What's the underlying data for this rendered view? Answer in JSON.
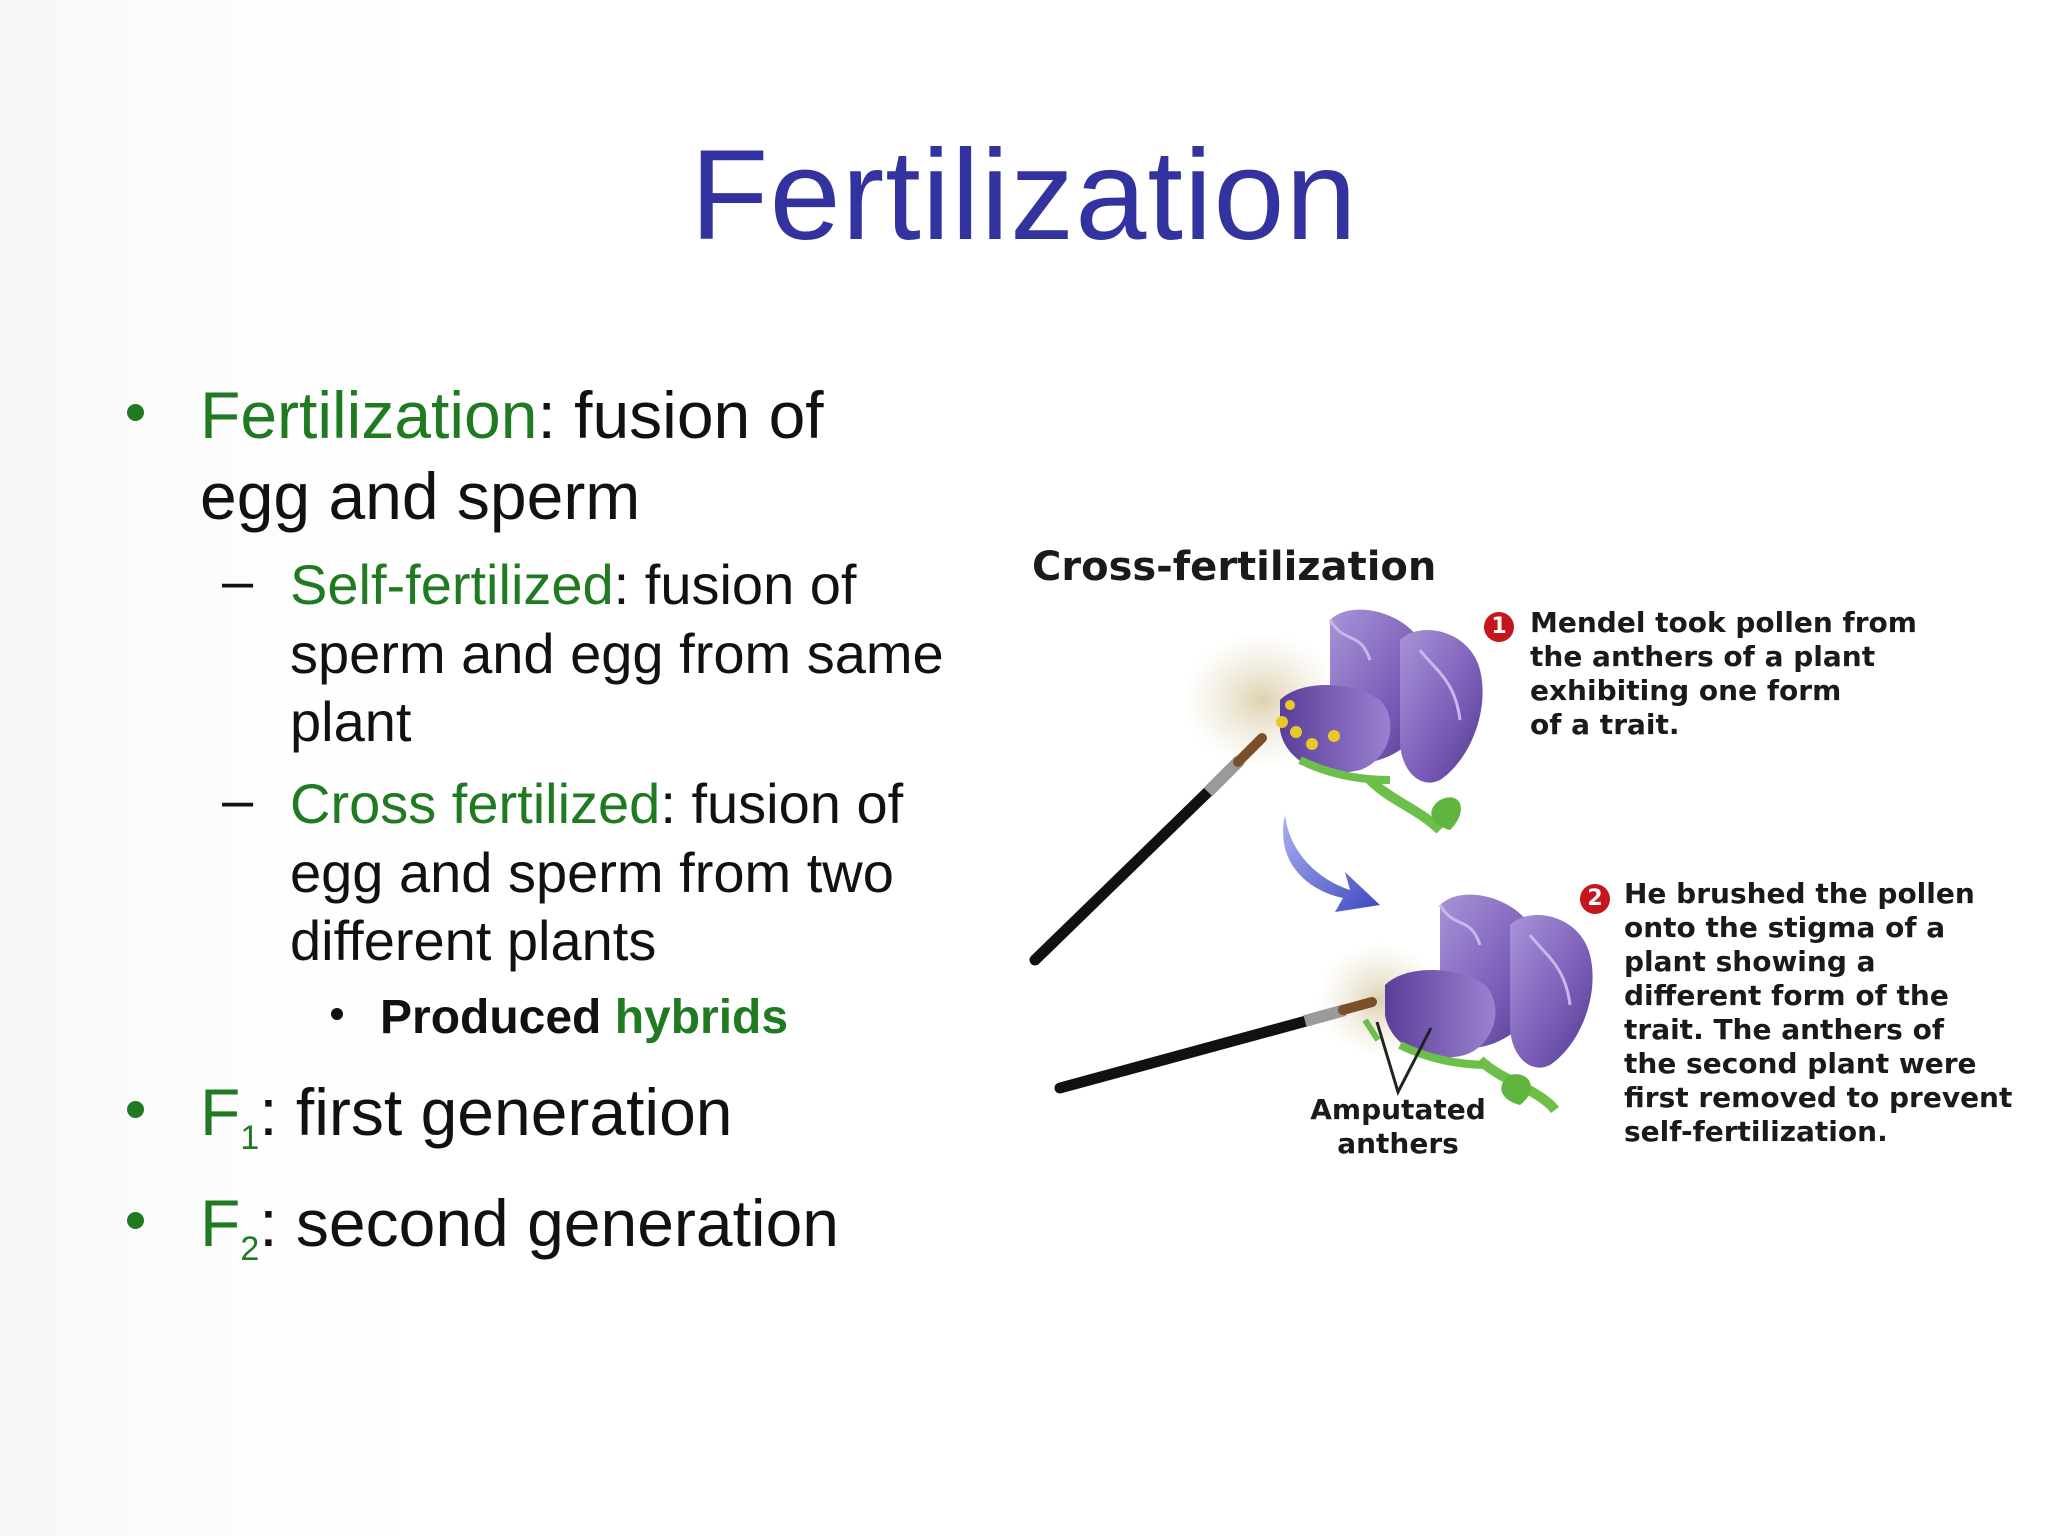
{
  "title": "Fertilization",
  "bullets": {
    "b1": {
      "term": "Fertilization",
      "line1_rest": ":  fusion of",
      "line2": "egg and sperm"
    },
    "s1": {
      "term": "Self-fertilized",
      "line1_rest": ":  fusion of",
      "line2": "sperm and egg from same",
      "line3": "plant"
    },
    "s2": {
      "term": "Cross fertilized",
      "line1_rest": ":  fusion of",
      "line2": "egg and sperm from two",
      "line3": "different plants"
    },
    "s3": {
      "pre": "Produced ",
      "term": "hybrids"
    },
    "b2": {
      "f": "F",
      "sub": "1",
      "rest": ":  first generation"
    },
    "b3": {
      "f": "F",
      "sub": "2",
      "rest": ": second generation"
    },
    "dash": "–"
  },
  "figure": {
    "title": "Cross-fertilization",
    "step1_num": "1",
    "step1_text": "Mendel took pollen from\nthe anthers of a plant\nexhibiting one form\nof a trait.",
    "step2_num": "2",
    "step2_text": "He brushed the pollen\nonto the stigma of a\nplant showing a\ndifferent form of the\ntrait. The anthers of\nthe second plant were\nfirst removed to prevent\nself-fertilization.",
    "amputated_label": "Amputated\nanthers"
  },
  "colors": {
    "title": "#3333a0",
    "term_green": "#1f7a22",
    "flower_purple": "#7b5fb6",
    "badge_red": "#c4161c",
    "arrow_blue": "#4a55c8"
  }
}
